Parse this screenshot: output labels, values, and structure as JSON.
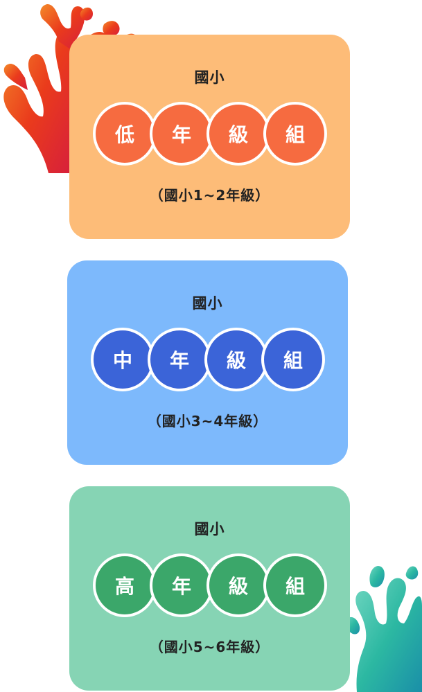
{
  "colors": {
    "low_card": "#fdbc78",
    "low_circle": "#f66b40",
    "mid_card": "#7db9fc",
    "mid_circle": "#3b64d8",
    "high_card": "#86d4b4",
    "high_circle": "#3ba76a",
    "coral_red": "#ea3b1c",
    "coral_teal": "#2cb8a2"
  },
  "cards": [
    {
      "label": "國小",
      "chars": [
        "低",
        "年",
        "級",
        "組"
      ],
      "subtitle": "（國小1~2年級）"
    },
    {
      "label": "國小",
      "chars": [
        "中",
        "年",
        "級",
        "組"
      ],
      "subtitle": "（國小3~4年級）"
    },
    {
      "label": "國小",
      "chars": [
        "高",
        "年",
        "級",
        "組"
      ],
      "subtitle": "（國小5~6年級）"
    }
  ]
}
